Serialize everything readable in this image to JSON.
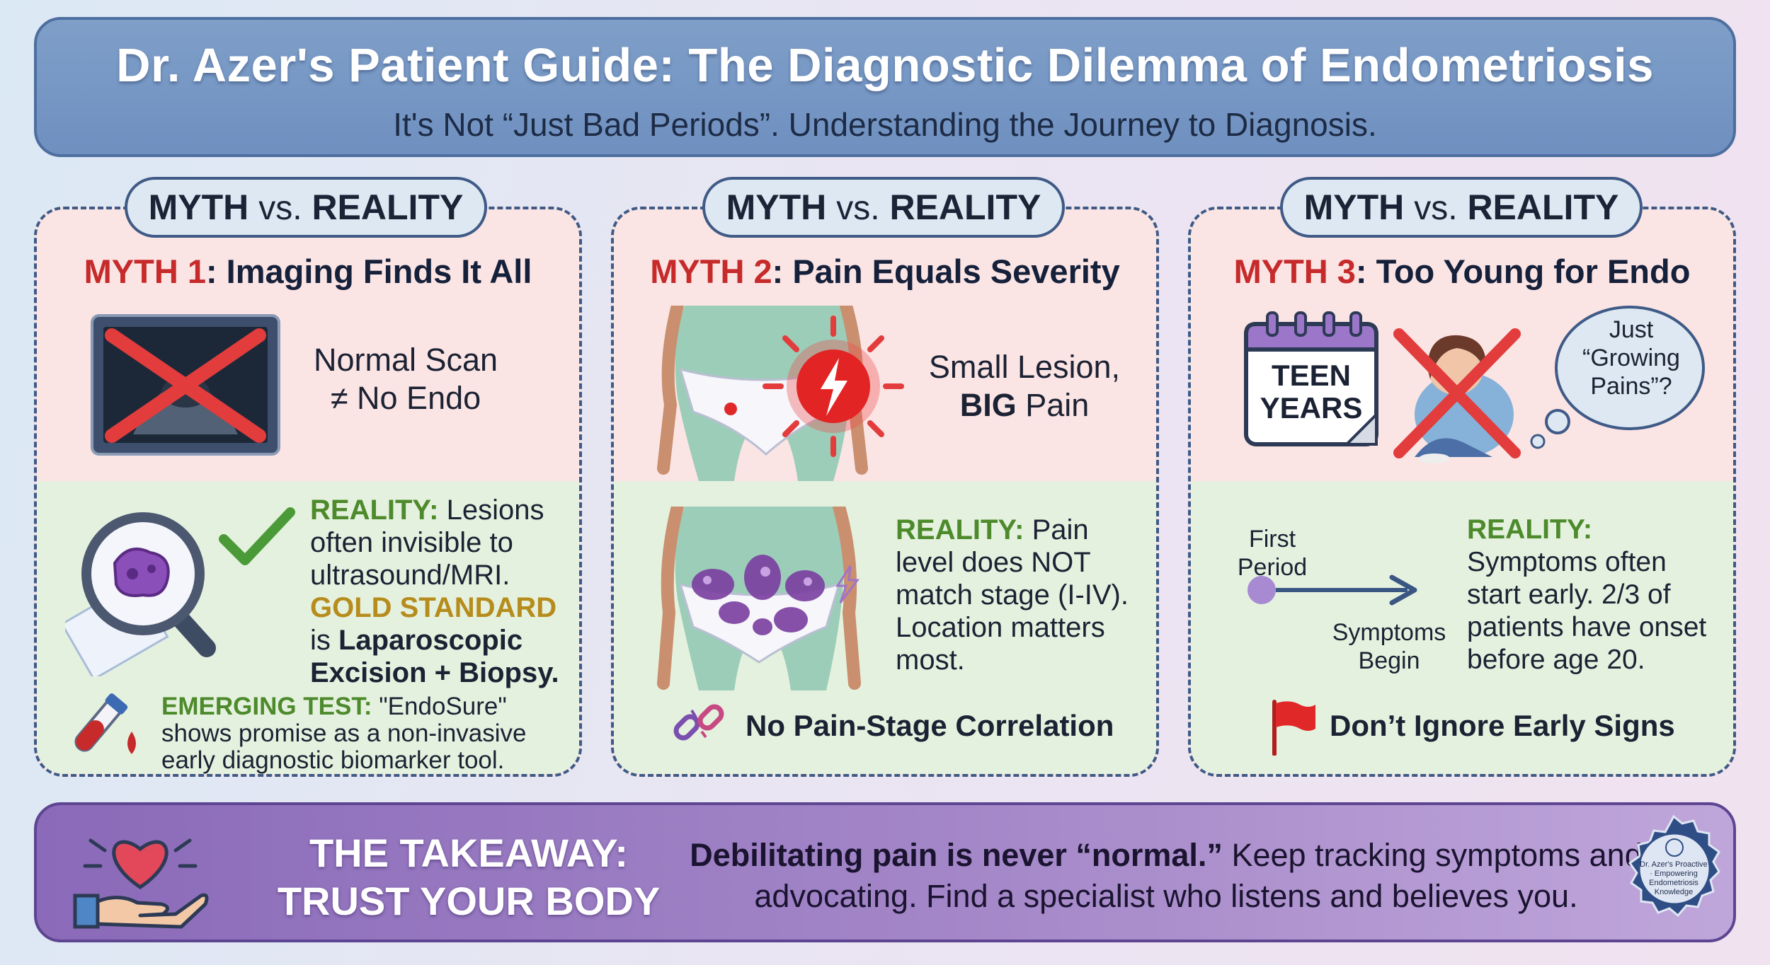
{
  "header": {
    "title": "Dr. Azer's Patient Guide: The Diagnostic Dilemma of Endometriosis",
    "subtitle": "It's Not “Just Bad Periods”. Understanding the Journey to Diagnosis."
  },
  "pill": {
    "myth": "MYTH",
    "vs": "vs.",
    "reality": "REALITY"
  },
  "panels": [
    {
      "myth_label": "MYTH 1",
      "myth_title": ": Imaging Finds It All",
      "top_lines": [
        "Normal Scan",
        "≠ No Endo"
      ],
      "reality_label": "REALITY:",
      "reality_text": [
        "Lesions",
        "often invisible to",
        "ultrasound/MRI."
      ],
      "gold_label": "GOLD STANDARD",
      "gold_text_plain": "is ",
      "gold_text_bold": [
        "Laparoscopic",
        "Excision + Biopsy."
      ],
      "emerging_label": "EMERGING TEST:",
      "emerging_text": [
        " \"EndoSure\"",
        "shows promise as a non-invasive",
        "early diagnostic biomarker tool."
      ]
    },
    {
      "myth_label": "MYTH 2",
      "myth_title": ": Pain Equals Severity",
      "top_line1": "Small Lesion,",
      "top_line2_bold": "BIG",
      "top_line2_rest": " Pain",
      "reality_label": "REALITY:",
      "reality_text": [
        " Pain",
        "level does NOT",
        "match stage (I-IV).",
        "Location matters",
        "most."
      ],
      "footer": "No Pain-Stage Correlation"
    },
    {
      "myth_label": "MYTH 3",
      "myth_title": ": Too Young for Endo",
      "calendar_lines": [
        "TEEN",
        "YEARS"
      ],
      "thought_lines": [
        "Just",
        "“Growing",
        "Pains”?"
      ],
      "timeline_start": [
        "First",
        "Period"
      ],
      "timeline_end": [
        "Symptoms",
        "Begin"
      ],
      "reality_label": "REALITY:",
      "reality_text": [
        "Symptoms often",
        "start early. 2/3 of",
        "patients have onset",
        "before age 20."
      ],
      "footer": "Don’t Ignore Early Signs"
    }
  ],
  "takeaway": {
    "title_lines": [
      "THE TAKEAWAY:",
      "TRUST YOUR BODY"
    ],
    "message_bold": "Debilitating pain is never “normal.”",
    "message_rest": " Keep tracking symptoms and advocating. Find a specialist who listens and believes you."
  },
  "seal": {
    "lines": [
      "Dr. Azer's Proactive",
      "· Empowering",
      "Endometriosis",
      "Knowledge"
    ]
  },
  "colors": {
    "header_blue": "#7598c6",
    "myth_red": "#c62a2a",
    "reality_green": "#4d8a2b",
    "gold": "#b68c1c",
    "takeaway_purple": "#9a7cc2",
    "lesion_purple": "#7a3fa0",
    "arrow_navy": "#3a5683"
  },
  "icons": [
    "ultrasound-scan-icon",
    "magnifier-lesion-icon",
    "check-mark-icon",
    "blood-test-tube-icon",
    "lower-body-pain-icon",
    "lightning-pain-icon",
    "lower-body-lesions-icon",
    "broken-chain-icon",
    "calendar-icon",
    "sad-teen-icon",
    "thought-bubble-icon",
    "red-flag-icon",
    "heart-hand-icon",
    "seal-badge-icon"
  ]
}
